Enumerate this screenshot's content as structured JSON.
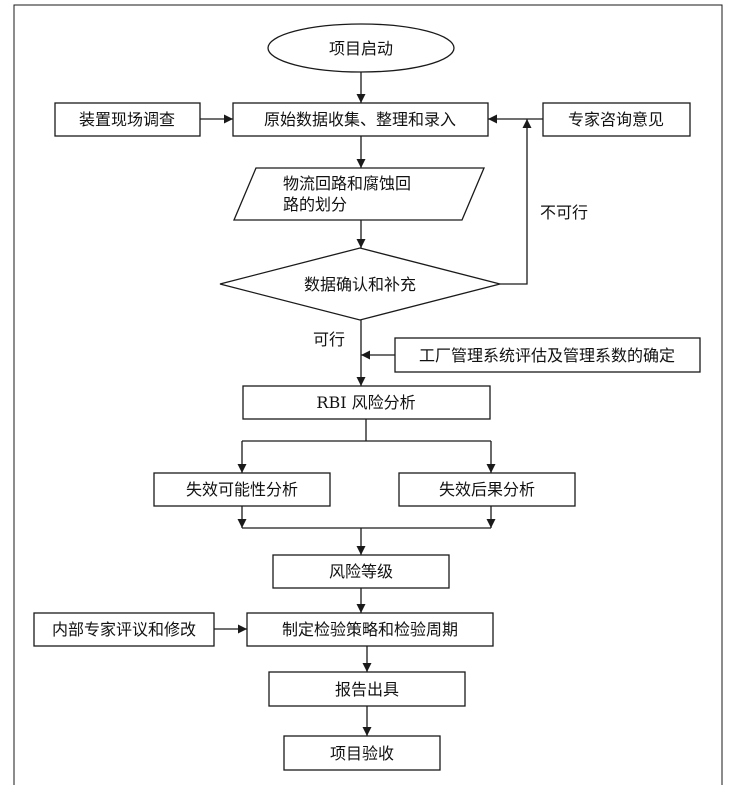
{
  "nodes": {
    "start": "项目启动",
    "survey": "装置现场调查",
    "collect": "原始数据收集、整理和录入",
    "expert": "专家咨询意见",
    "loops_line1": "物流回路和腐蚀回",
    "loops_line2": "路的划分",
    "confirm": "数据确认和补充",
    "mgmt": "工厂管理系统评估及管理系数的确定",
    "rbi": "RBI 风险分析",
    "likelihood": "失效可能性分析",
    "consequence": "失效后果分析",
    "risk_level": "风险等级",
    "internal_review": "内部专家评议和修改",
    "strategy": "制定检验策略和检验周期",
    "report": "报告出具",
    "acceptance": "项目验收"
  },
  "edge_labels": {
    "not_feasible": "不可行",
    "feasible": "可行"
  },
  "colors": {
    "stroke": "#1a1a1a",
    "fill": "#ffffff",
    "text": "#111111"
  }
}
